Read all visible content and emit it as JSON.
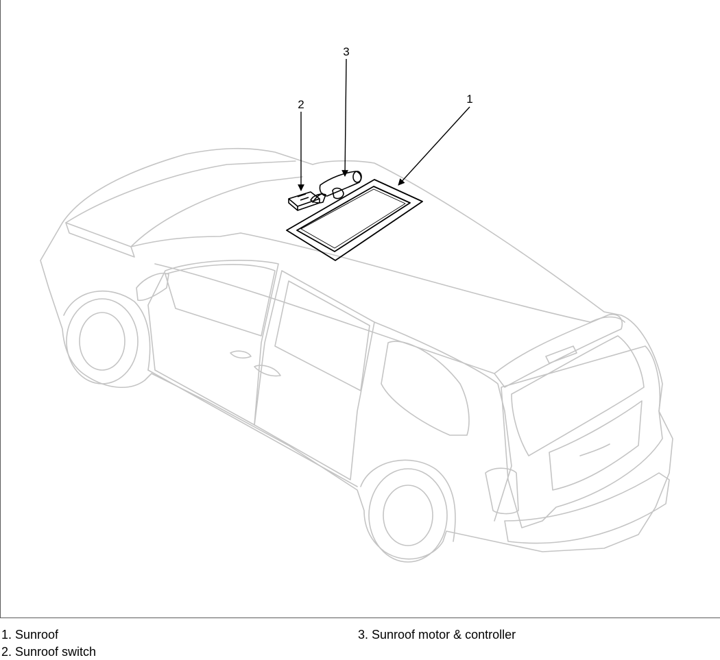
{
  "callouts": [
    {
      "number": "1",
      "label": "Sunroof"
    },
    {
      "number": "2",
      "label": "Sunroof switch"
    },
    {
      "number": "3",
      "label": "Sunroof motor & controller"
    }
  ],
  "legend": {
    "item_1": "1. Sunroof",
    "item_2": "2. Sunroof switch",
    "item_3": "3. Sunroof motor & controller"
  },
  "colors": {
    "vehicle_outline": "#c4c4c4",
    "highlighted_parts": "#000000",
    "frame": "#5a5a5a"
  }
}
